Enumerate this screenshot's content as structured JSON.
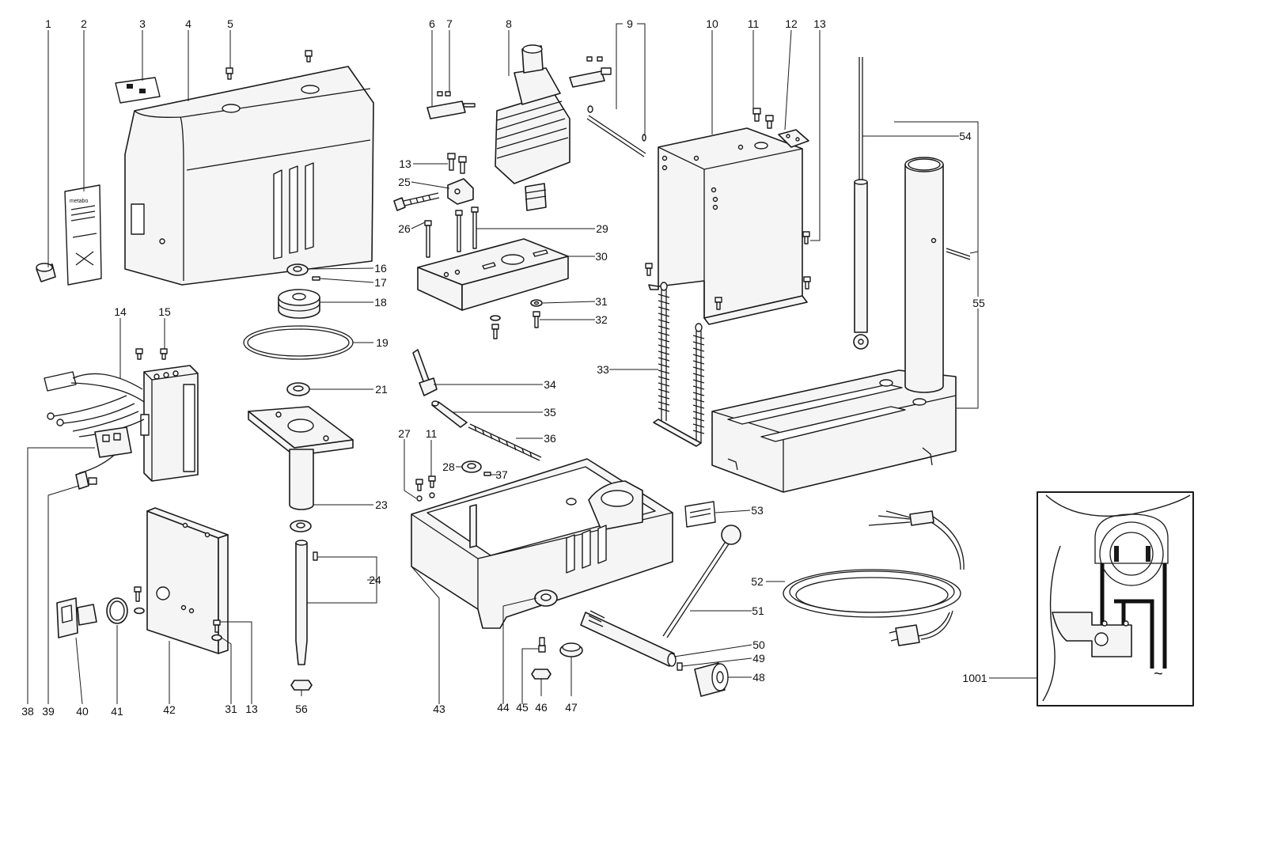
{
  "parts": [
    {
      "id": "p1",
      "label": "1"
    },
    {
      "id": "p2",
      "label": "2"
    },
    {
      "id": "p3",
      "label": "3"
    },
    {
      "id": "p4",
      "label": "4"
    },
    {
      "id": "p5",
      "label": "5"
    },
    {
      "id": "p6",
      "label": "6"
    },
    {
      "id": "p7",
      "label": "7"
    },
    {
      "id": "p8",
      "label": "8"
    },
    {
      "id": "p9",
      "label": "9"
    },
    {
      "id": "p10",
      "label": "10"
    },
    {
      "id": "p11a",
      "label": "11"
    },
    {
      "id": "p12",
      "label": "12"
    },
    {
      "id": "p13a",
      "label": "13"
    },
    {
      "id": "p13b",
      "label": "13"
    },
    {
      "id": "p14",
      "label": "14"
    },
    {
      "id": "p15",
      "label": "15"
    },
    {
      "id": "p16",
      "label": "16"
    },
    {
      "id": "p17",
      "label": "17"
    },
    {
      "id": "p18",
      "label": "18"
    },
    {
      "id": "p19",
      "label": "19"
    },
    {
      "id": "p21",
      "label": "21"
    },
    {
      "id": "p23",
      "label": "23"
    },
    {
      "id": "p24",
      "label": "24"
    },
    {
      "id": "p25",
      "label": "25"
    },
    {
      "id": "p26",
      "label": "26"
    },
    {
      "id": "p27",
      "label": "27"
    },
    {
      "id": "p11b",
      "label": "11"
    },
    {
      "id": "p28",
      "label": "28"
    },
    {
      "id": "p29",
      "label": "29"
    },
    {
      "id": "p30",
      "label": "30"
    },
    {
      "id": "p31a",
      "label": "31"
    },
    {
      "id": "p32",
      "label": "32"
    },
    {
      "id": "p33",
      "label": "33"
    },
    {
      "id": "p34",
      "label": "34"
    },
    {
      "id": "p35",
      "label": "35"
    },
    {
      "id": "p36",
      "label": "36"
    },
    {
      "id": "p37",
      "label": "37"
    },
    {
      "id": "p38",
      "label": "38"
    },
    {
      "id": "p39",
      "label": "39"
    },
    {
      "id": "p40",
      "label": "40"
    },
    {
      "id": "p41",
      "label": "41"
    },
    {
      "id": "p42",
      "label": "42"
    },
    {
      "id": "p31b",
      "label": "31"
    },
    {
      "id": "p13c",
      "label": "13"
    },
    {
      "id": "p56",
      "label": "56"
    },
    {
      "id": "p43",
      "label": "43"
    },
    {
      "id": "p44",
      "label": "44"
    },
    {
      "id": "p45",
      "label": "45"
    },
    {
      "id": "p46",
      "label": "46"
    },
    {
      "id": "p47",
      "label": "47"
    },
    {
      "id": "p48",
      "label": "48"
    },
    {
      "id": "p49",
      "label": "49"
    },
    {
      "id": "p50",
      "label": "50"
    },
    {
      "id": "p51",
      "label": "51"
    },
    {
      "id": "p52",
      "label": "52"
    },
    {
      "id": "p53",
      "label": "53"
    },
    {
      "id": "p54",
      "label": "54"
    },
    {
      "id": "p55",
      "label": "55"
    },
    {
      "id": "p1001",
      "label": "1001"
    }
  ],
  "logo_text": "metabo",
  "wiring_symbol": "~"
}
